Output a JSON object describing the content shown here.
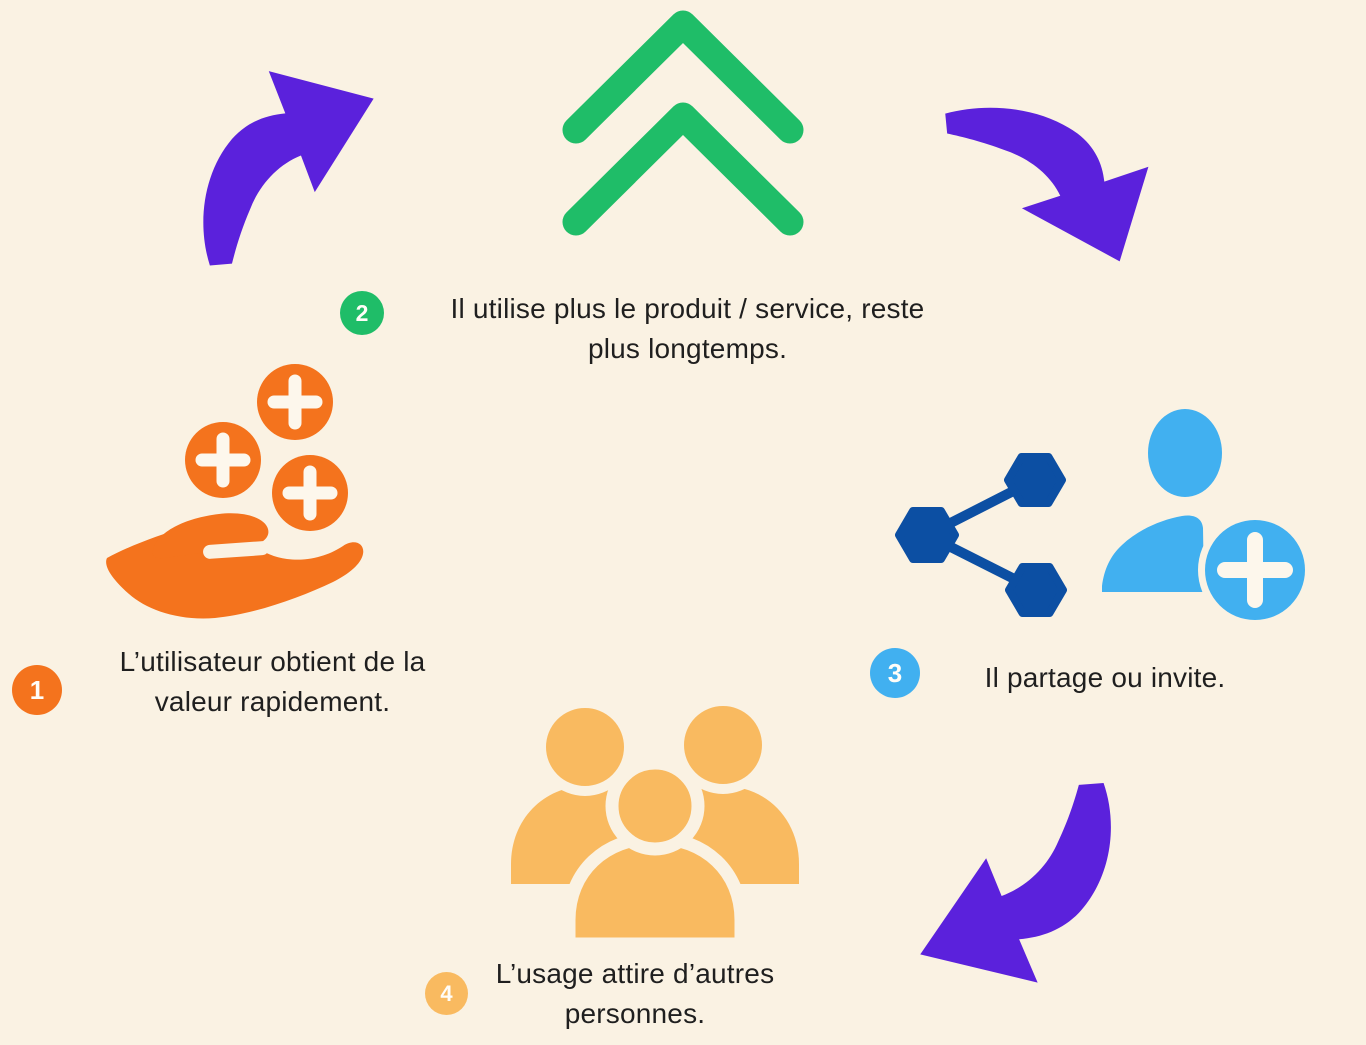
{
  "colors": {
    "bg": "#faf2e3",
    "text": "#1f1f1f",
    "purple": "#5b21dc",
    "green": "#1fbd68",
    "orange": "#f4731d",
    "dark_blue": "#0c4fa3",
    "light_blue": "#41b0f0",
    "yellow": "#f9ba60"
  },
  "steps": [
    {
      "number": "1",
      "badge_color": "#f4731d",
      "icon": "hand-receiving-plus-icon",
      "lines": [
        "L’utilisateur obtient de la",
        "valeur rapidement."
      ]
    },
    {
      "number": "2",
      "badge_color": "#1fbd68",
      "icon": "double-chevron-up-icon",
      "lines": [
        "Il utilise plus le produit / service, reste",
        "plus longtemps."
      ]
    },
    {
      "number": "3",
      "badge_color": "#41b0f0",
      "icon": "share-network-and-add-user-icon",
      "lines": [
        "Il partage ou invite."
      ]
    },
    {
      "number": "4",
      "badge_color": "#f9ba60",
      "icon": "people-group-icon",
      "lines": [
        "L’usage attire d’autres",
        "personnes."
      ]
    }
  ],
  "arrows": [
    {
      "name": "arrow-step1-to-step2",
      "direction": "up-right",
      "color": "#5b21dc"
    },
    {
      "name": "arrow-step2-to-step3",
      "direction": "down-right",
      "color": "#5b21dc"
    },
    {
      "name": "arrow-step3-to-step4",
      "direction": "down-left",
      "color": "#5b21dc"
    }
  ]
}
